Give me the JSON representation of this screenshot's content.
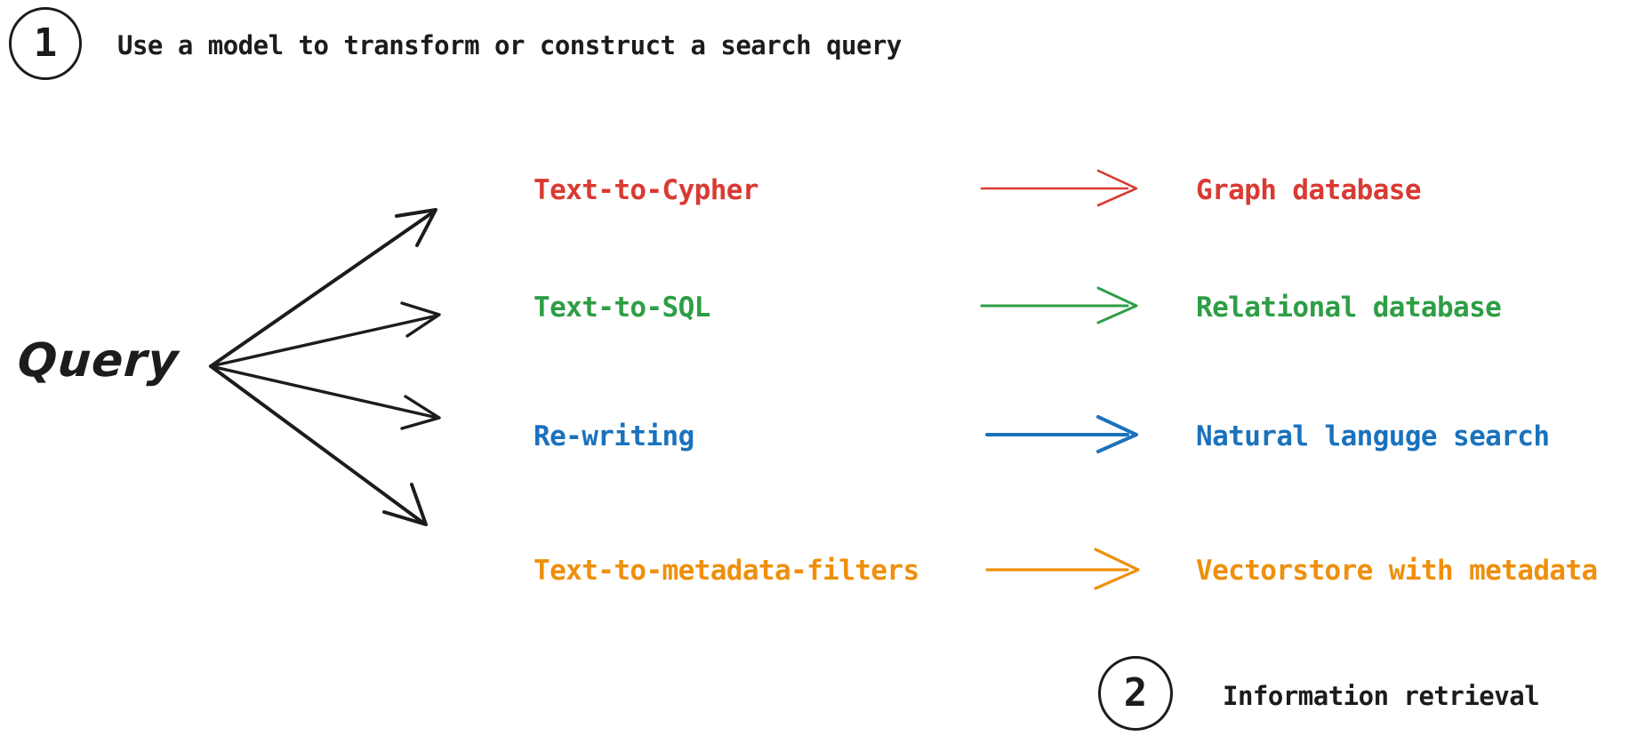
{
  "steps": [
    {
      "number": "1",
      "label": "Use a model to transform or construct a search query"
    },
    {
      "number": "2",
      "label": "Information retrieval"
    }
  ],
  "source": {
    "label": "Query",
    "fanout_count": 4
  },
  "colors": {
    "red": "#d93a32",
    "green": "#2e9e45",
    "blue": "#1a72bd",
    "orange": "#ef8f0b",
    "ink": "#1c1c1c",
    "background": "#ffffff"
  },
  "rows": [
    {
      "technique": "Text-to-Cypher",
      "target": "Graph database",
      "color": "#d93a32",
      "arrow": "right-arrow-icon",
      "thickness": 2.6
    },
    {
      "technique": "Text-to-SQL",
      "target": "Relational database",
      "color": "#2e9e45",
      "arrow": "right-arrow-icon",
      "thickness": 3.0
    },
    {
      "technique": "Re-writing",
      "target": "Natural languge search",
      "color": "#1a72bd",
      "arrow": "right-arrow-icon",
      "thickness": 4.0
    },
    {
      "technique": "Text-to-metadata-filters",
      "target": "Vectorstore with metadata",
      "color": "#ef8f0b",
      "arrow": "right-arrow-icon",
      "thickness": 3.2
    }
  ]
}
